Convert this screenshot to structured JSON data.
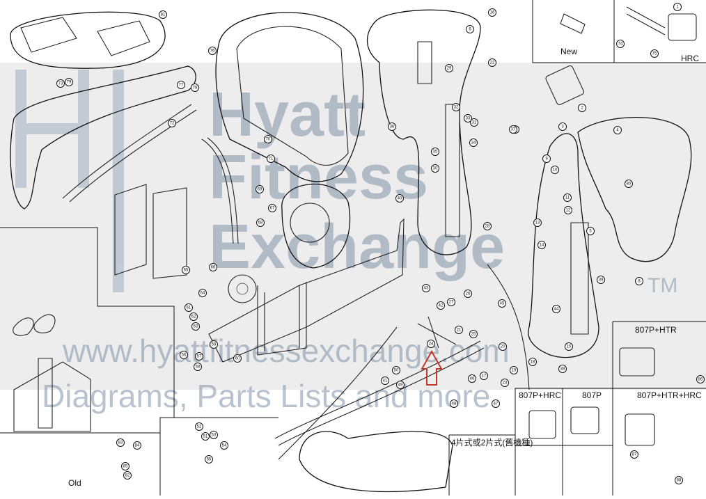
{
  "labels": {
    "new": "New",
    "hrc": "HRC",
    "old": "Old",
    "p807_htr": "807P+HTR",
    "p807_hrc": "807P+HRC",
    "p807": "807P",
    "p807_htr_hrc": "807P+HTR+HRC",
    "cn_note": "4片式或2片式(舊機種)"
  },
  "watermark": {
    "line1": "Hyatt",
    "line2": "Fitness",
    "line3": "Exchange",
    "tm": "TM",
    "url": "www.hyattfitnessexchange.com",
    "tagline": "Diagrams, Parts Lists and more"
  },
  "callouts": [
    "1",
    "2",
    "3",
    "4",
    "5",
    "6",
    "7",
    "8",
    "9",
    "10",
    "11",
    "12",
    "13",
    "14",
    "15",
    "16",
    "17",
    "18",
    "19",
    "20",
    "21",
    "22",
    "23",
    "24",
    "25",
    "26",
    "27",
    "28",
    "29",
    "30",
    "31",
    "32",
    "33",
    "34",
    "35",
    "36",
    "37",
    "38",
    "39",
    "40",
    "41",
    "42",
    "43",
    "44",
    "45",
    "46",
    "47",
    "48",
    "49",
    "50",
    "51",
    "52",
    "53",
    "54",
    "55",
    "56",
    "57",
    "58",
    "59",
    "60",
    "61",
    "62",
    "63",
    "64",
    "65",
    "66",
    "67",
    "68",
    "69",
    "70",
    "71",
    "72",
    "73",
    "74",
    "75",
    "76",
    "77",
    "78",
    "79",
    "80",
    "81",
    "82",
    "83",
    "84",
    "85",
    "86",
    "87",
    "88"
  ],
  "colors": {
    "line": "#222222",
    "watermark": "#9aa9b8",
    "band": "#c8c8c8",
    "arrow": "#c0392b"
  }
}
